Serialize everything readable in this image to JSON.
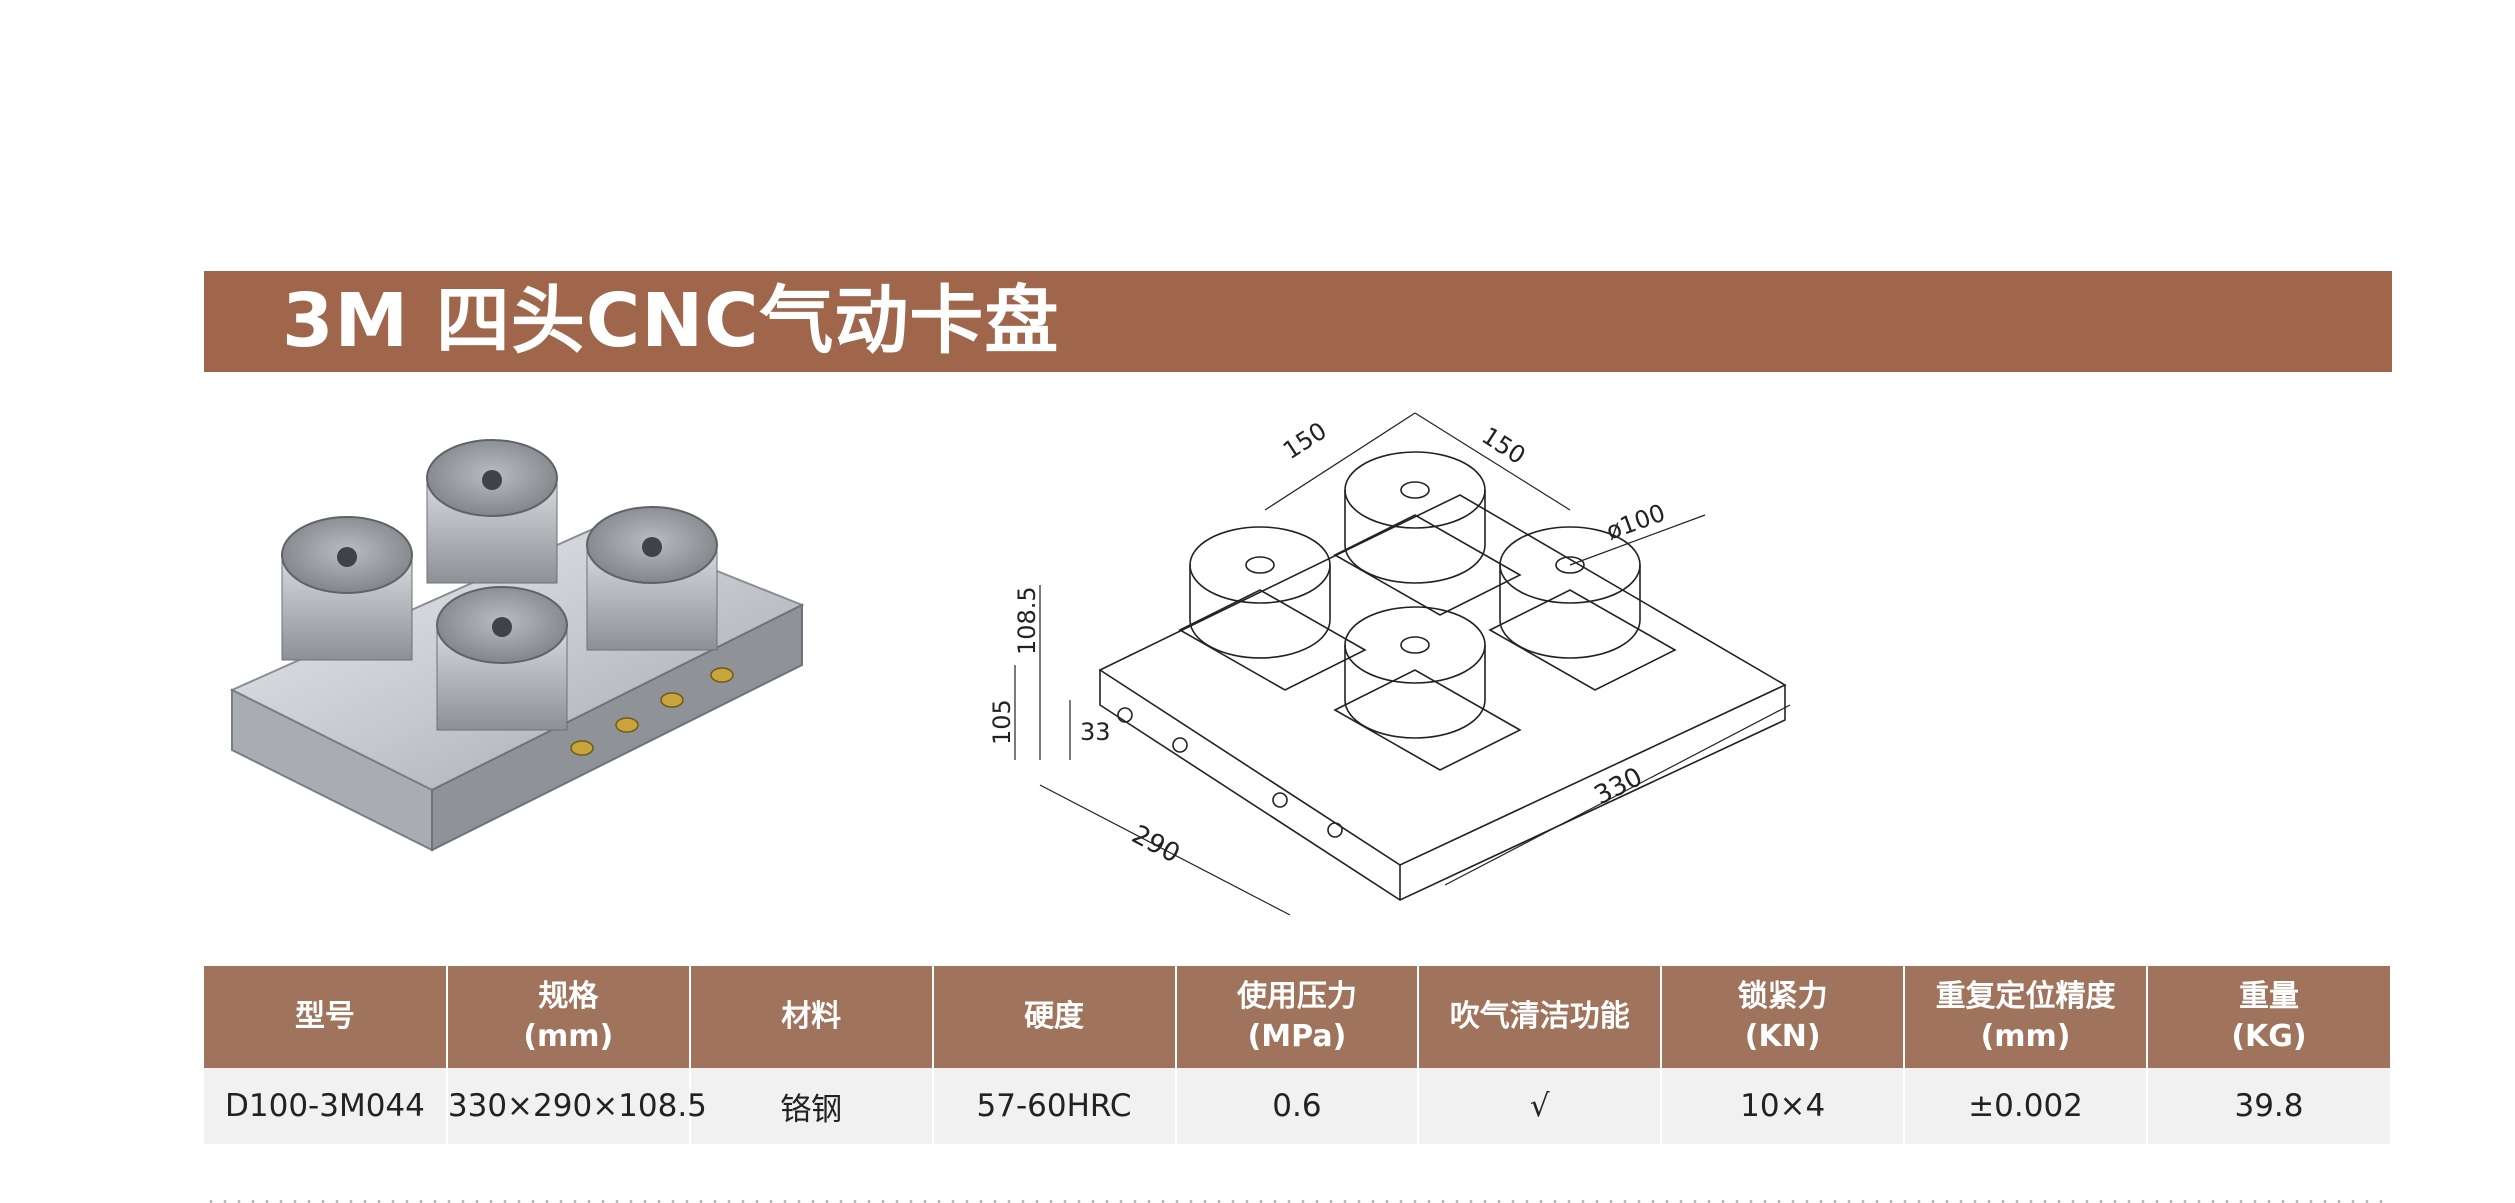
{
  "title": "3M 四头CNC气动卡盘",
  "drawing": {
    "dim_150_left": "150",
    "dim_150_right": "150",
    "dim_diameter": "ø100",
    "dim_108_5": "108.5",
    "dim_105": "105",
    "dim_33": "33",
    "dim_290": "290",
    "dim_330": "330"
  },
  "table": {
    "headers": [
      {
        "line1": "型号",
        "line2": ""
      },
      {
        "line1": "规格",
        "line2": "(mm)"
      },
      {
        "line1": "材料",
        "line2": ""
      },
      {
        "line1": "硬度",
        "line2": ""
      },
      {
        "line1": "使用压力",
        "line2": "(MPa)"
      },
      {
        "line1": "吹气清洁功能",
        "line2": ""
      },
      {
        "line1": "锁紧力",
        "line2": "(KN)"
      },
      {
        "line1": "重复定位精度",
        "line2": "(mm)"
      },
      {
        "line1": "重量",
        "line2": "(KG)"
      }
    ],
    "row": [
      "D100-3M044",
      "330×290×108.5",
      "铬钢",
      "57-60HRC",
      "0.6",
      "√",
      "10×4",
      "±0.002",
      "39.8"
    ]
  },
  "colors": {
    "title_bar": "#a0664c",
    "table_header": "#a0735d",
    "table_row": "#f1f1f1"
  }
}
